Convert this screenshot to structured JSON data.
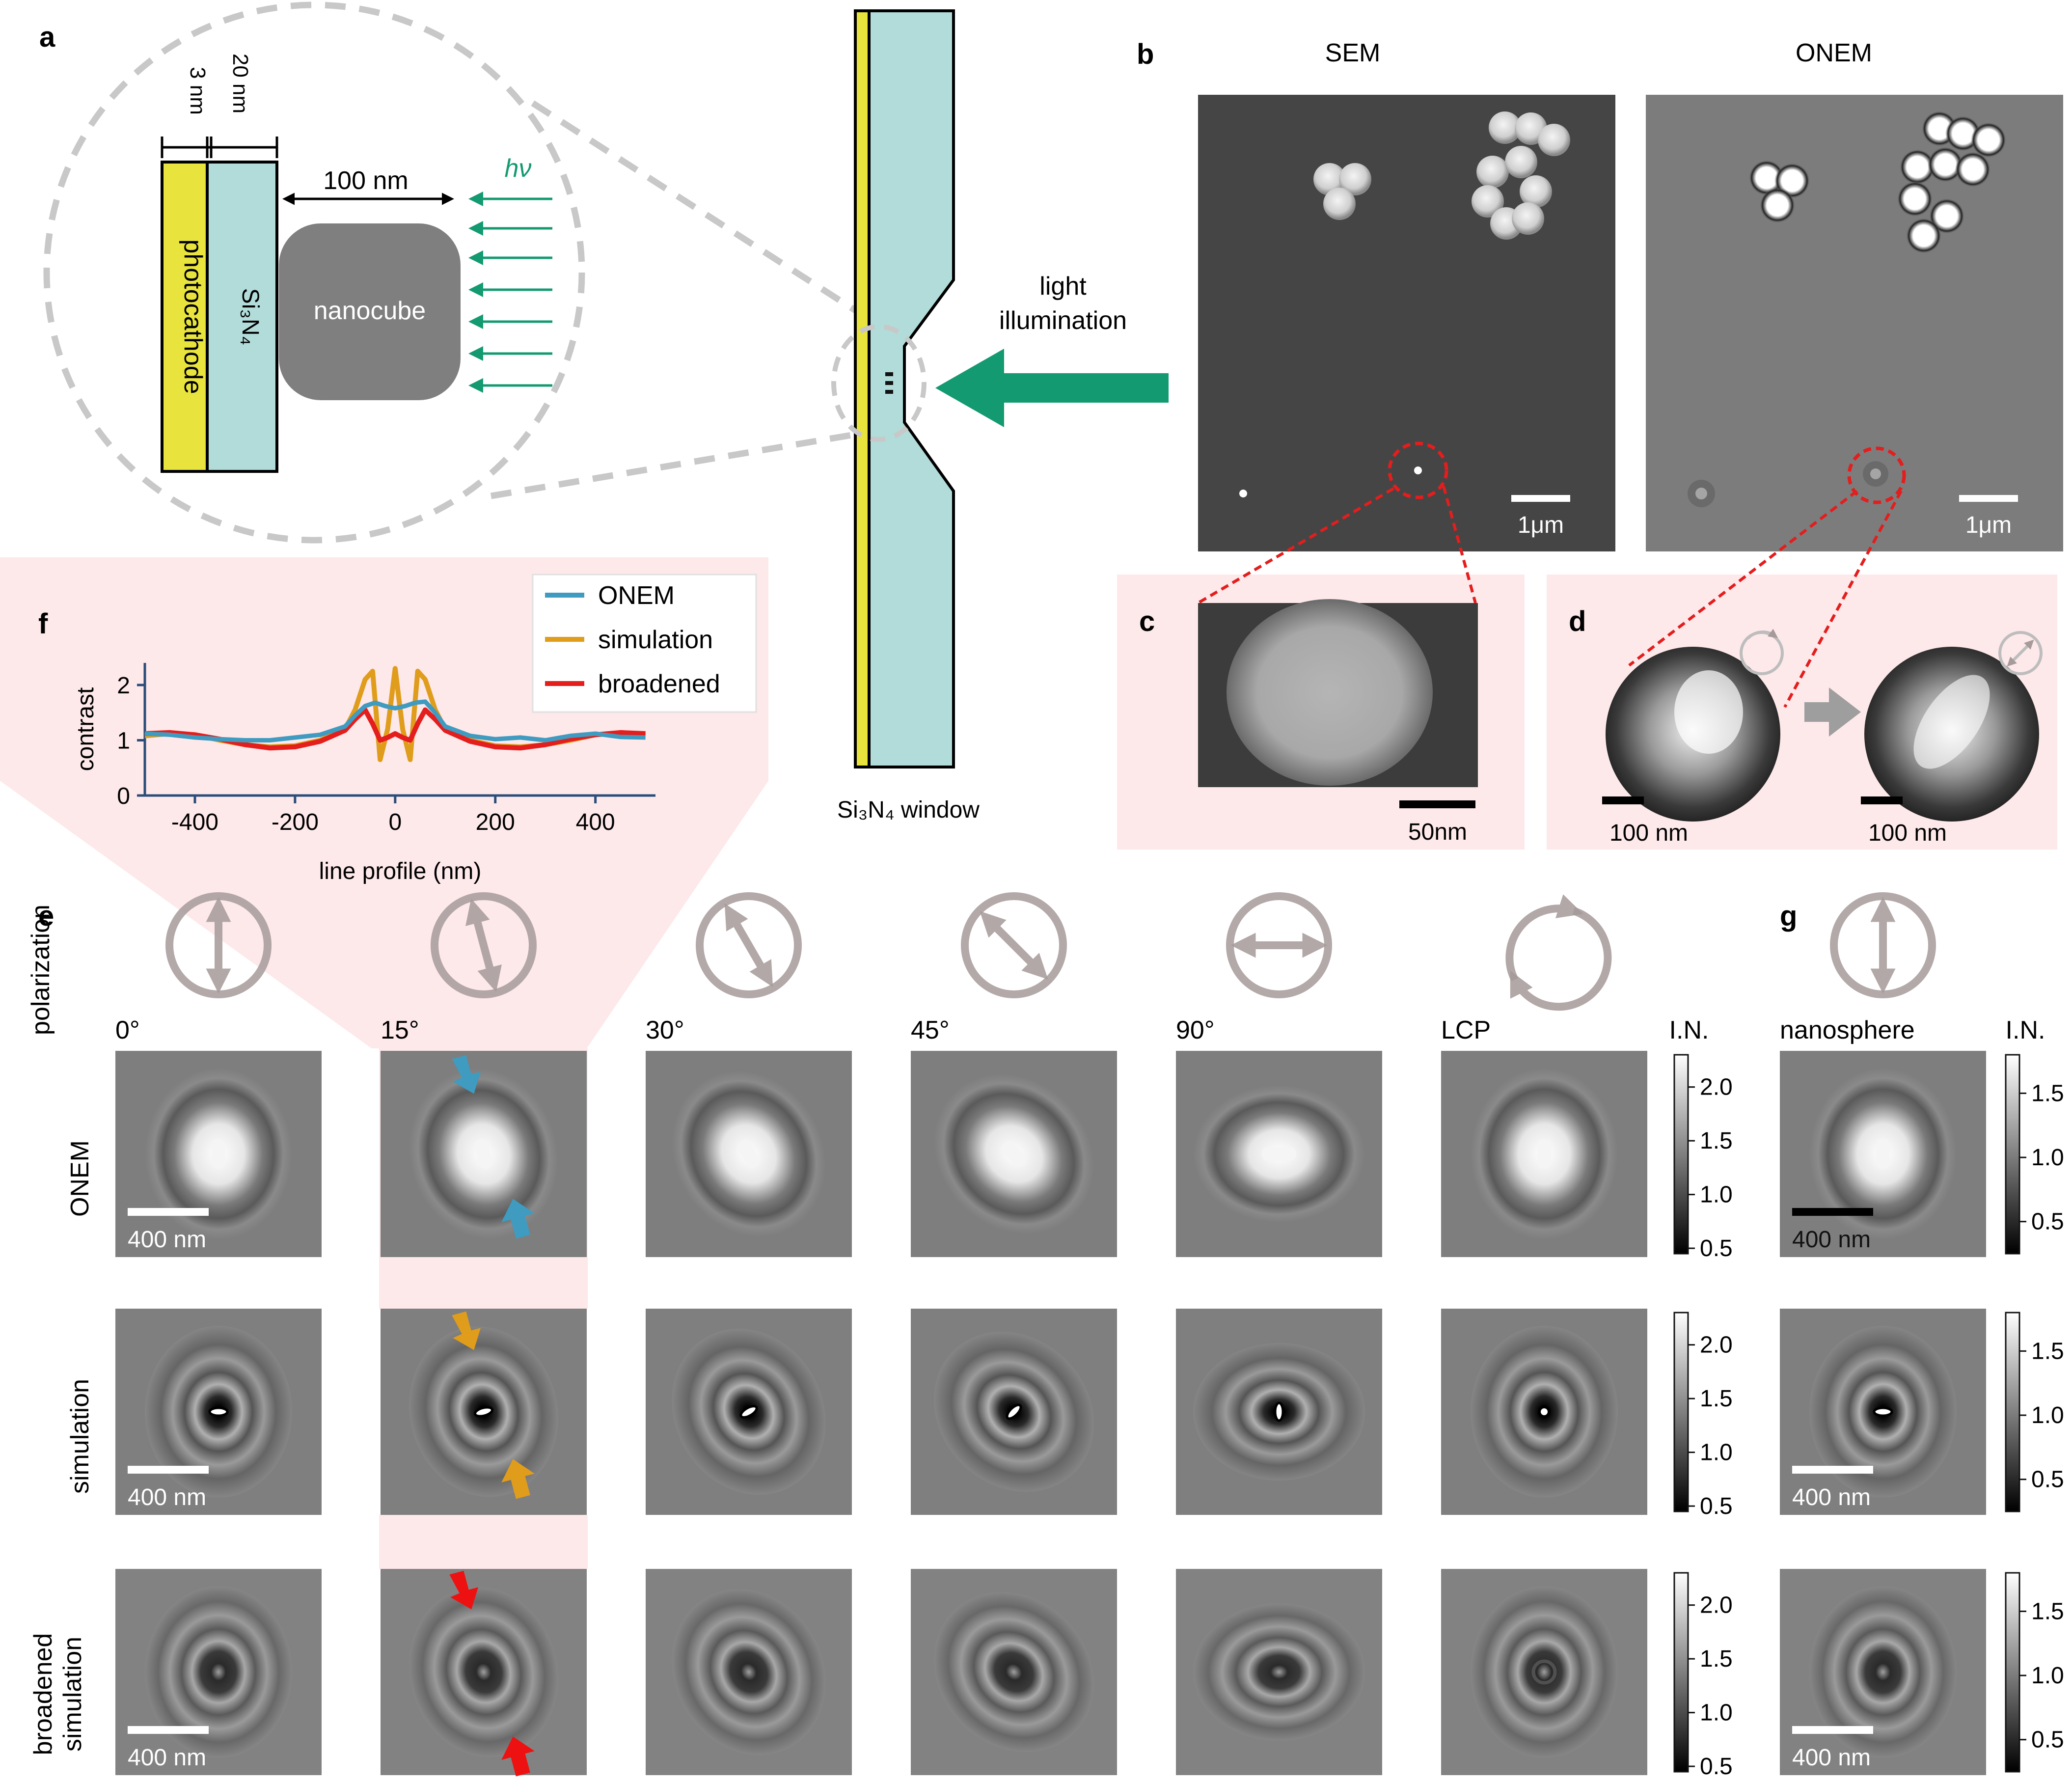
{
  "panels": {
    "a": "a",
    "b": "b",
    "c": "c",
    "d": "d",
    "e": "e",
    "f": "f",
    "g": "g"
  },
  "panel_a": {
    "thickness_photocathode": "3 nm",
    "thickness_si3n4": "20 nm",
    "gap": "100 nm",
    "photocathode": "photocathode",
    "si3n4": "Si₃N₄",
    "nanocube": "nanocube",
    "photon": "hν",
    "light_illumination_1": "light",
    "light_illumination_2": "illumination",
    "window_label": "Si₃N₄ window",
    "colors": {
      "photocathode": "#e8e33d",
      "si3n4": "#b1dcd9",
      "nanocube": "#7f7f7f",
      "light": "#139a70"
    }
  },
  "panel_b": {
    "sem_title": "SEM",
    "onem_title": "ONEM",
    "scale_sem": "1μm",
    "scale_onem": "1μm"
  },
  "panel_c": {
    "scale": "50nm"
  },
  "panel_d": {
    "scale_left": "100 nm",
    "scale_right": "100 nm"
  },
  "panel_e": {
    "polarization_label": "polarization",
    "angles": [
      "0°",
      "15°",
      "30°",
      "45°",
      "90°",
      "LCP"
    ],
    "row_labels": {
      "onem": "ONEM",
      "simulation": "simulation",
      "broadened_1": "broadened",
      "broadened_2": "simulation"
    },
    "scale": "400 nm",
    "colorbar_title": "I.N.",
    "colorbar_ticks": [
      "2.0",
      "1.5",
      "1.0",
      "0.5"
    ]
  },
  "panel_g": {
    "label": "nanosphere",
    "colorbar_title": "I.N.",
    "colorbar_ticks": [
      "1.5",
      "1.0",
      "0.5"
    ],
    "scale": "400 nm"
  },
  "chart_data": {
    "type": "line",
    "xlabel": "line profile (nm)",
    "ylabel": "contrast",
    "xlim": [
      -500,
      520
    ],
    "ylim": [
      0,
      2.4
    ],
    "x_ticks": [
      -400,
      -200,
      0,
      200,
      400
    ],
    "y_ticks": [
      0,
      1,
      2
    ],
    "x_tick_labels": [
      "-400",
      "-200",
      "0",
      "200",
      "400"
    ],
    "y_tick_labels": [
      "0",
      "1",
      "2"
    ],
    "legend_position": "top-right",
    "series": [
      {
        "name": "ONEM",
        "color": "#3f9bc0",
        "x": [
          -500,
          -450,
          -400,
          -350,
          -300,
          -250,
          -200,
          -150,
          -100,
          -80,
          -60,
          -40,
          -20,
          0,
          20,
          40,
          60,
          80,
          100,
          150,
          200,
          250,
          300,
          350,
          400,
          450,
          500
        ],
        "y": [
          1.12,
          1.1,
          1.05,
          1.02,
          1.0,
          1.0,
          1.05,
          1.1,
          1.25,
          1.45,
          1.62,
          1.68,
          1.62,
          1.58,
          1.62,
          1.68,
          1.7,
          1.5,
          1.25,
          1.08,
          1.02,
          1.05,
          1.0,
          1.08,
          1.12,
          1.06,
          1.05
        ]
      },
      {
        "name": "simulation",
        "color": "#e09c1b",
        "x": [
          -500,
          -450,
          -400,
          -350,
          -300,
          -250,
          -200,
          -150,
          -100,
          -80,
          -60,
          -45,
          -30,
          -15,
          0,
          15,
          30,
          45,
          60,
          80,
          100,
          150,
          200,
          250,
          300,
          350,
          400,
          450,
          500
        ],
        "y": [
          1.08,
          1.12,
          1.1,
          1.0,
          0.92,
          0.88,
          0.9,
          1.0,
          1.2,
          1.55,
          2.1,
          2.25,
          0.65,
          1.2,
          2.3,
          1.2,
          0.65,
          2.25,
          2.1,
          1.55,
          1.2,
          1.0,
          0.9,
          0.88,
          0.92,
          1.0,
          1.1,
          1.12,
          1.08
        ]
      },
      {
        "name": "broadened",
        "color": "#e41d1d",
        "x": [
          -500,
          -450,
          -400,
          -350,
          -300,
          -250,
          -200,
          -150,
          -100,
          -80,
          -60,
          -45,
          -30,
          -15,
          0,
          15,
          30,
          45,
          60,
          80,
          100,
          150,
          200,
          250,
          300,
          350,
          400,
          450,
          500
        ],
        "y": [
          1.12,
          1.14,
          1.1,
          1.02,
          0.92,
          0.86,
          0.88,
          0.98,
          1.18,
          1.38,
          1.55,
          1.3,
          1.0,
          1.05,
          1.12,
          1.05,
          1.0,
          1.3,
          1.55,
          1.38,
          1.18,
          0.98,
          0.88,
          0.86,
          0.92,
          1.02,
          1.1,
          1.14,
          1.12
        ]
      }
    ]
  }
}
